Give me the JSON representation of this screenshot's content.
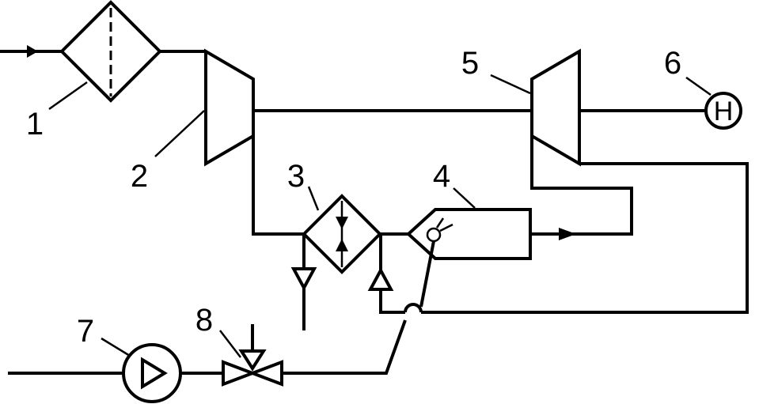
{
  "labels": {
    "l1": "1",
    "l2": "2",
    "l3": "3",
    "l4": "4",
    "l5": "5",
    "l6": "6",
    "l7": "7",
    "l8": "8"
  },
  "generator_letter": "H"
}
